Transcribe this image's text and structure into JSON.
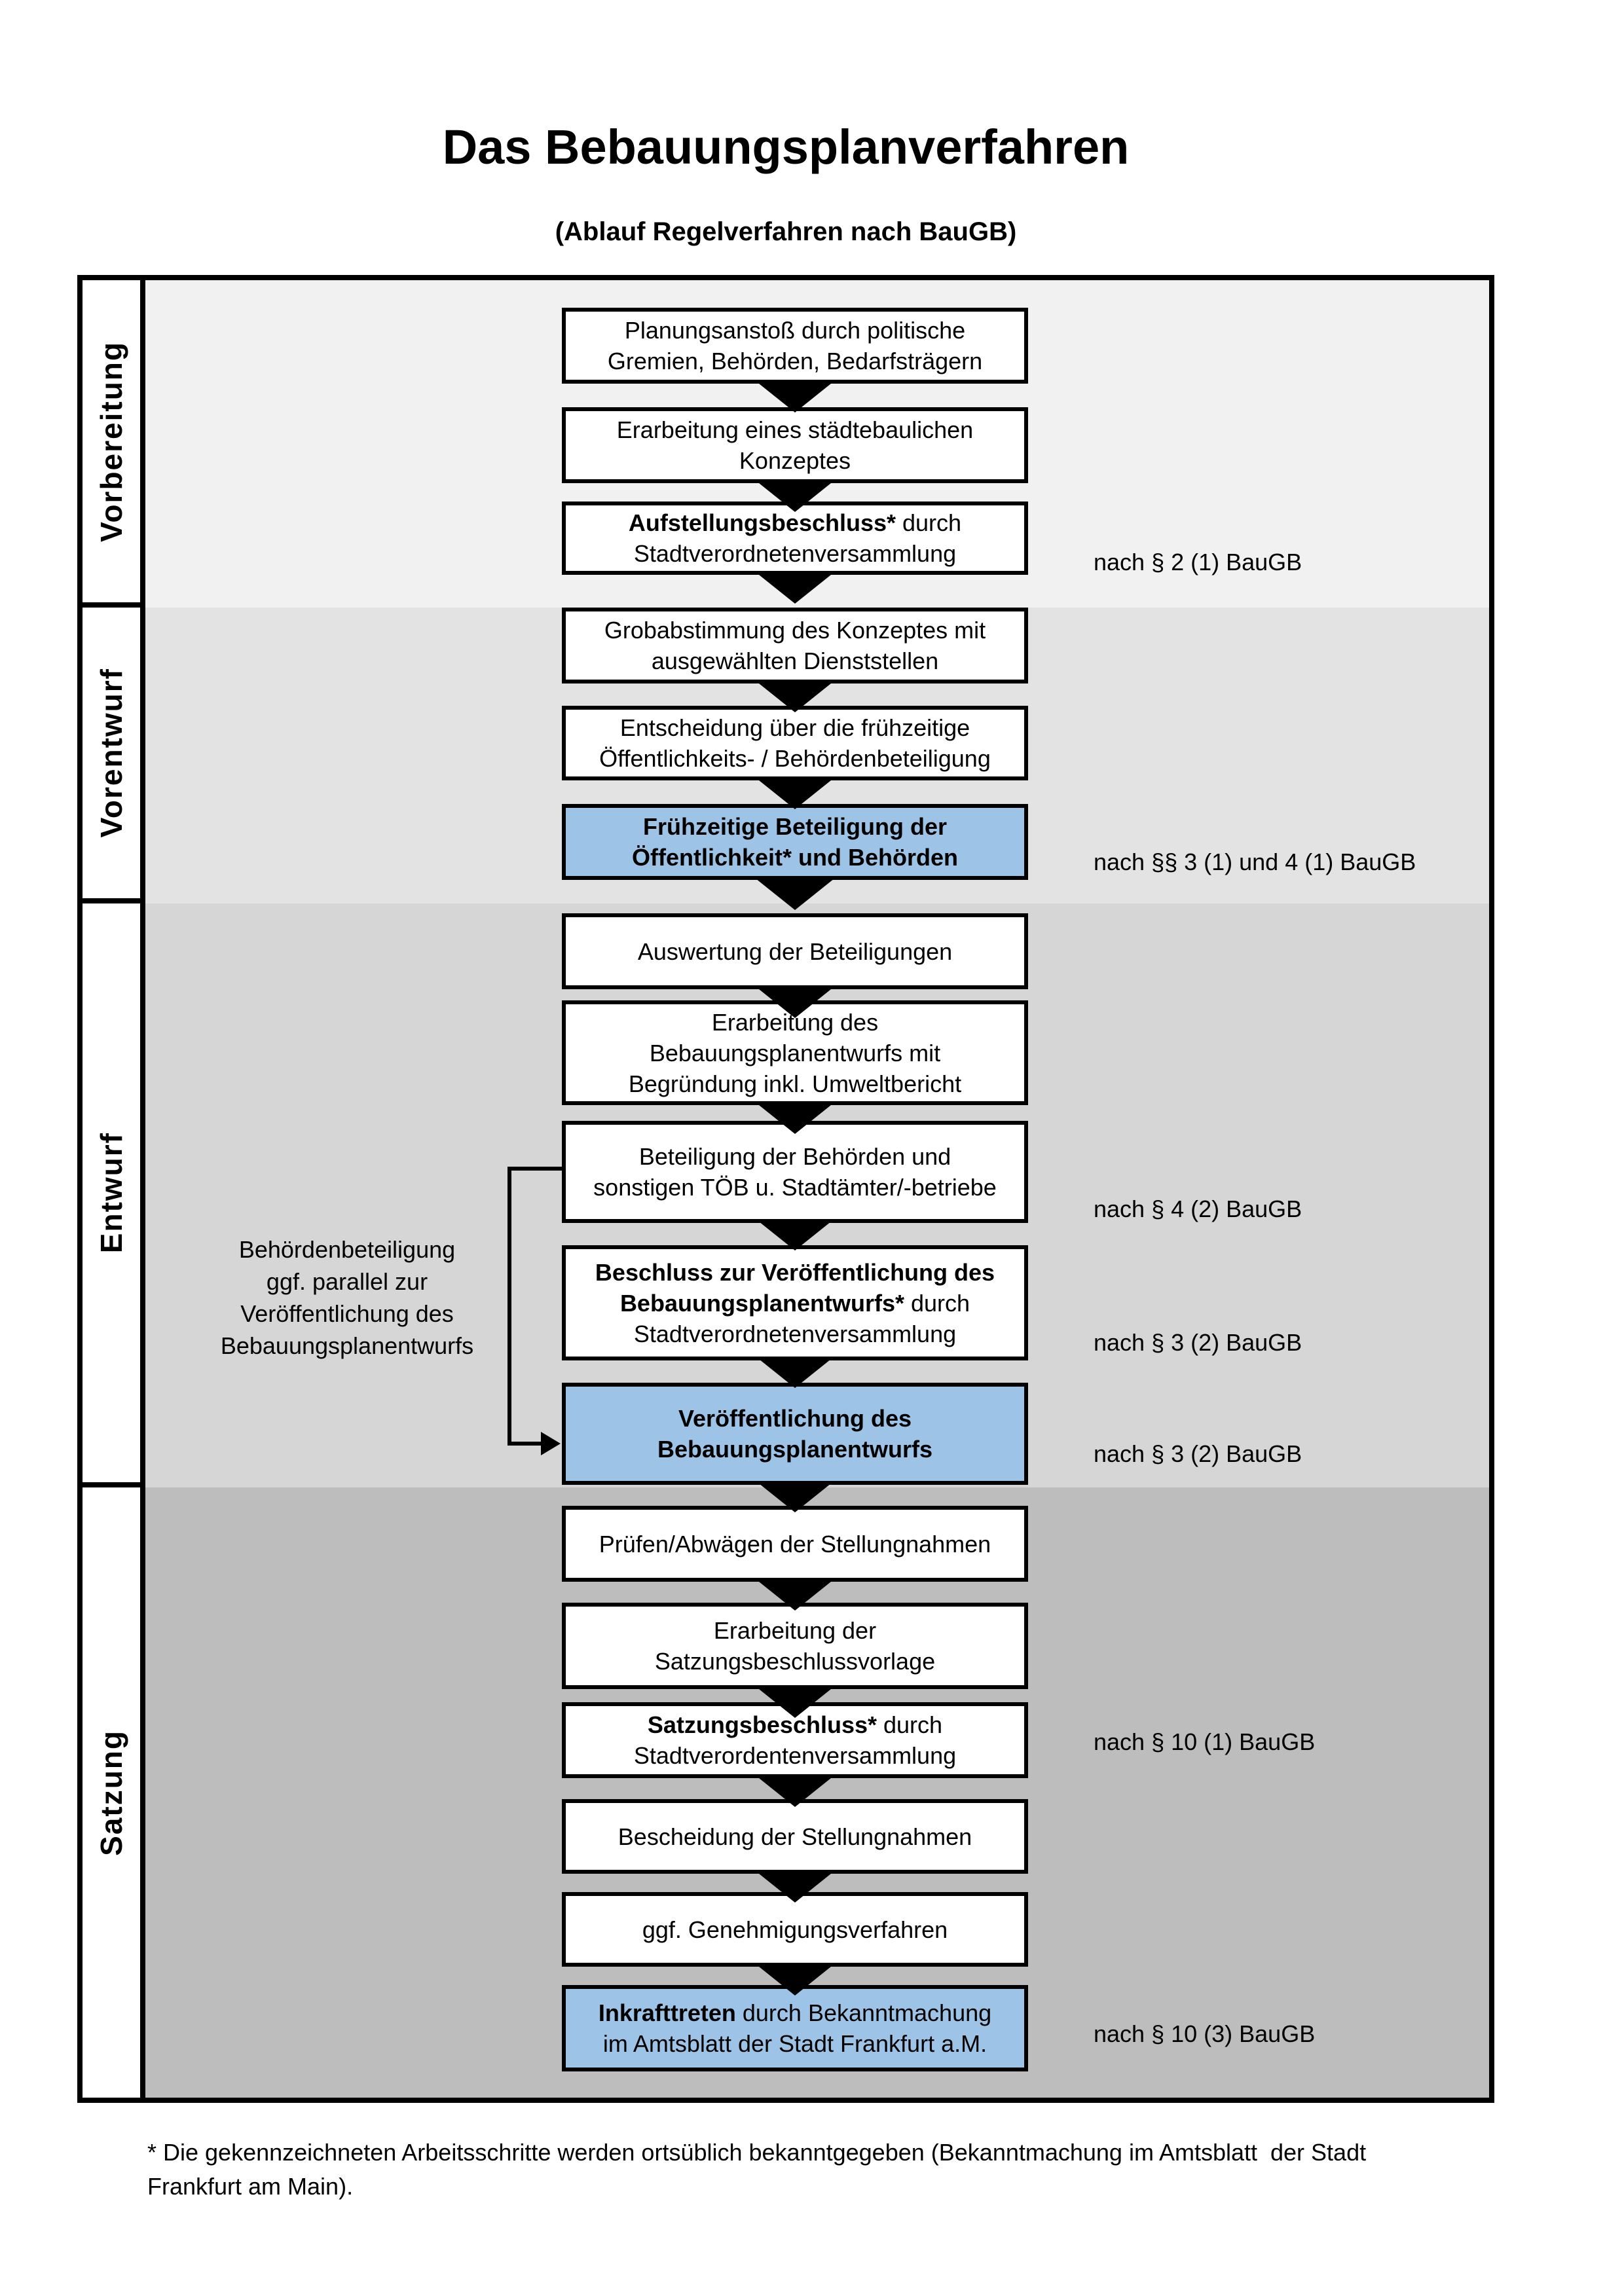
{
  "title": "Das Bebauungsplanverfahren",
  "subtitle": "(Ablauf Regelverfahren nach BauGB)",
  "colors": {
    "highlight_blue": "#9DC3E6",
    "band_vorbereitung": "#F1F1F1",
    "band_vorentwurf": "#E3E3E3",
    "band_entwurf": "#D6D6D6",
    "band_satzung": "#BDBDBD",
    "border": "#000000"
  },
  "phases": [
    {
      "label": "Vorbereitung"
    },
    {
      "label": "Vorentwurf"
    },
    {
      "label": "Entwurf"
    },
    {
      "label": "Satzung"
    }
  ],
  "steps": {
    "s1": {
      "lines": [
        [
          {
            "t": "Planungsanstoß durch politische"
          }
        ],
        [
          {
            "t": "Gremien, Behörden, Bedarfsträgern"
          }
        ]
      ]
    },
    "s2": {
      "lines": [
        [
          {
            "t": "Erarbeitung eines städtebaulichen"
          }
        ],
        [
          {
            "t": "Konzeptes"
          }
        ]
      ]
    },
    "s3": {
      "lines": [
        [
          {
            "t": "Aufstellungsbeschluss*",
            "b": true
          },
          {
            "t": " durch"
          }
        ],
        [
          {
            "t": "Stadtverordnetenversammlung"
          }
        ]
      ]
    },
    "s4": {
      "lines": [
        [
          {
            "t": "Grobabstimmung des Konzeptes mit"
          }
        ],
        [
          {
            "t": "ausgewählten Dienststellen"
          }
        ]
      ]
    },
    "s5": {
      "lines": [
        [
          {
            "t": "Entscheidung über die frühzeitige"
          }
        ],
        [
          {
            "t": "Öffentlichkeits- / Behördenbeteiligung"
          }
        ]
      ]
    },
    "s6": {
      "lines": [
        [
          {
            "t": "Frühzeitige Beteiligung der"
          }
        ],
        [
          {
            "t": "Öffentlichkeit* und Behörden"
          }
        ]
      ]
    },
    "s7": {
      "lines": [
        [
          {
            "t": "Auswertung der Beteiligungen"
          }
        ]
      ]
    },
    "s8": {
      "lines": [
        [
          {
            "t": "Erarbeitung des"
          }
        ],
        [
          {
            "t": "Bebauungsplanentwurfs mit"
          }
        ],
        [
          {
            "t": "Begründung inkl. Umweltbericht"
          }
        ]
      ]
    },
    "s9": {
      "lines": [
        [
          {
            "t": "Beteiligung der Behörden und"
          }
        ],
        [
          {
            "t": "sonstigen TÖB u. Stadtämter/-betriebe"
          }
        ]
      ]
    },
    "s10": {
      "lines": [
        [
          {
            "t": "Beschluss zur Veröffentlichung des",
            "b": true
          }
        ],
        [
          {
            "t": "Bebauungsplanentwurfs*",
            "b": true
          },
          {
            "t": " durch"
          }
        ],
        [
          {
            "t": "Stadtverordnetenversammlung"
          }
        ]
      ]
    },
    "s11": {
      "lines": [
        [
          {
            "t": "Veröffentlichung des"
          }
        ],
        [
          {
            "t": "Bebauungsplanentwurfs"
          }
        ]
      ]
    },
    "s12": {
      "lines": [
        [
          {
            "t": "Prüfen/Abwägen der Stellungnahmen"
          }
        ]
      ]
    },
    "s13": {
      "lines": [
        [
          {
            "t": "Erarbeitung der"
          }
        ],
        [
          {
            "t": "Satzungsbeschlussvorlage"
          }
        ]
      ]
    },
    "s14": {
      "lines": [
        [
          {
            "t": "Satzungsbeschluss*",
            "b": true
          },
          {
            "t": " durch"
          }
        ],
        [
          {
            "t": "Stadtverordentenversammlung"
          }
        ]
      ]
    },
    "s15": {
      "lines": [
        [
          {
            "t": "Bescheidung der Stellungnahmen"
          }
        ]
      ]
    },
    "s16": {
      "lines": [
        [
          {
            "t": "ggf. Genehmigungsverfahren"
          }
        ]
      ]
    },
    "s17": {
      "lines": [
        [
          {
            "t": "Inkrafttreten",
            "b": true
          },
          {
            "t": " durch Bekanntmachung"
          }
        ],
        [
          {
            "t": "im Amtsblatt der Stadt Frankfurt a.M."
          }
        ]
      ]
    }
  },
  "refs": {
    "r1": "nach § 2 (1) BauGB",
    "r2": "nach §§ 3 (1) und 4 (1) BauGB",
    "r3": "nach § 4 (2) BauGB",
    "r4": "nach § 3 (2) BauGB",
    "r5": "nach § 3 (2) BauGB",
    "r6": "nach § 10 (1) BauGB",
    "r7": "nach § 10 (3) BauGB"
  },
  "side_note": {
    "lines": [
      [
        {
          "t": "Behördenbeteiligung"
        }
      ],
      [
        {
          "t": "ggf. parallel zur"
        }
      ],
      [
        {
          "t": "Veröffentlichung des"
        }
      ],
      [
        {
          "t": "Bebauungsplanentwurfs"
        }
      ]
    ]
  },
  "footnote": {
    "lines": [
      [
        {
          "t": "* Die gekennzeichneten Arbeitsschritte werden ortsüblich bekanntgegeben (Bekanntmachung im Amtsblatt  der Stadt"
        }
      ],
      [
        {
          "t": "Frankfurt am Main)."
        }
      ]
    ]
  }
}
